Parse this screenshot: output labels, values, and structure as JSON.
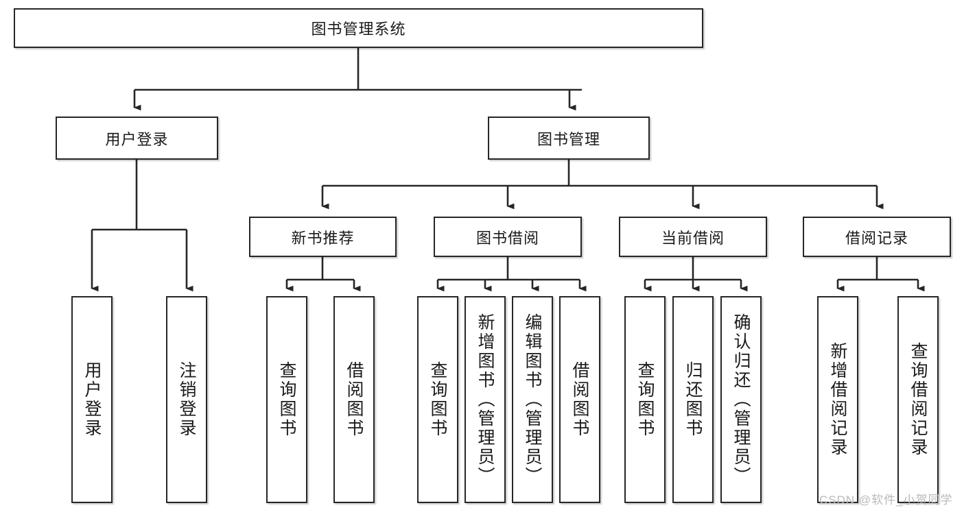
{
  "diagram": {
    "type": "tree",
    "title": "图书管理系统",
    "watermark": "CSDN @软件_小贺同学",
    "colors": {
      "box_border": "#262626",
      "box_fill": "#ffffff",
      "edge": "#262626",
      "text": "#1a1a1a",
      "watermark": "#b9b9b9"
    },
    "levels": {
      "root": {
        "label": "图书管理系统"
      },
      "level2": [
        {
          "label": "用户登录"
        },
        {
          "label": "图书管理"
        }
      ],
      "level3": [
        {
          "label": "新书推荐"
        },
        {
          "label": "图书借阅"
        },
        {
          "label": "当前借阅"
        },
        {
          "label": "借阅记录"
        }
      ],
      "leaves": [
        {
          "label": "用户登录",
          "parent": "用户登录"
        },
        {
          "label": "注销登录",
          "parent": "用户登录"
        },
        {
          "label": "查询图书",
          "parent": "新书推荐"
        },
        {
          "label": "借阅图书",
          "parent": "新书推荐"
        },
        {
          "label": "查询图书",
          "parent": "图书借阅"
        },
        {
          "label": "新增图书（管理员）",
          "parent": "图书借阅"
        },
        {
          "label": "编辑图书（管理员）",
          "parent": "图书借阅"
        },
        {
          "label": "借阅图书",
          "parent": "图书借阅"
        },
        {
          "label": "查询图书",
          "parent": "当前借阅"
        },
        {
          "label": "归还图书",
          "parent": "当前借阅"
        },
        {
          "label": "确认归还（管理员）",
          "parent": "当前借阅"
        },
        {
          "label": "新增借阅记录",
          "parent": "借阅记录"
        },
        {
          "label": "查询借阅记录",
          "parent": "借阅记录"
        }
      ]
    }
  }
}
